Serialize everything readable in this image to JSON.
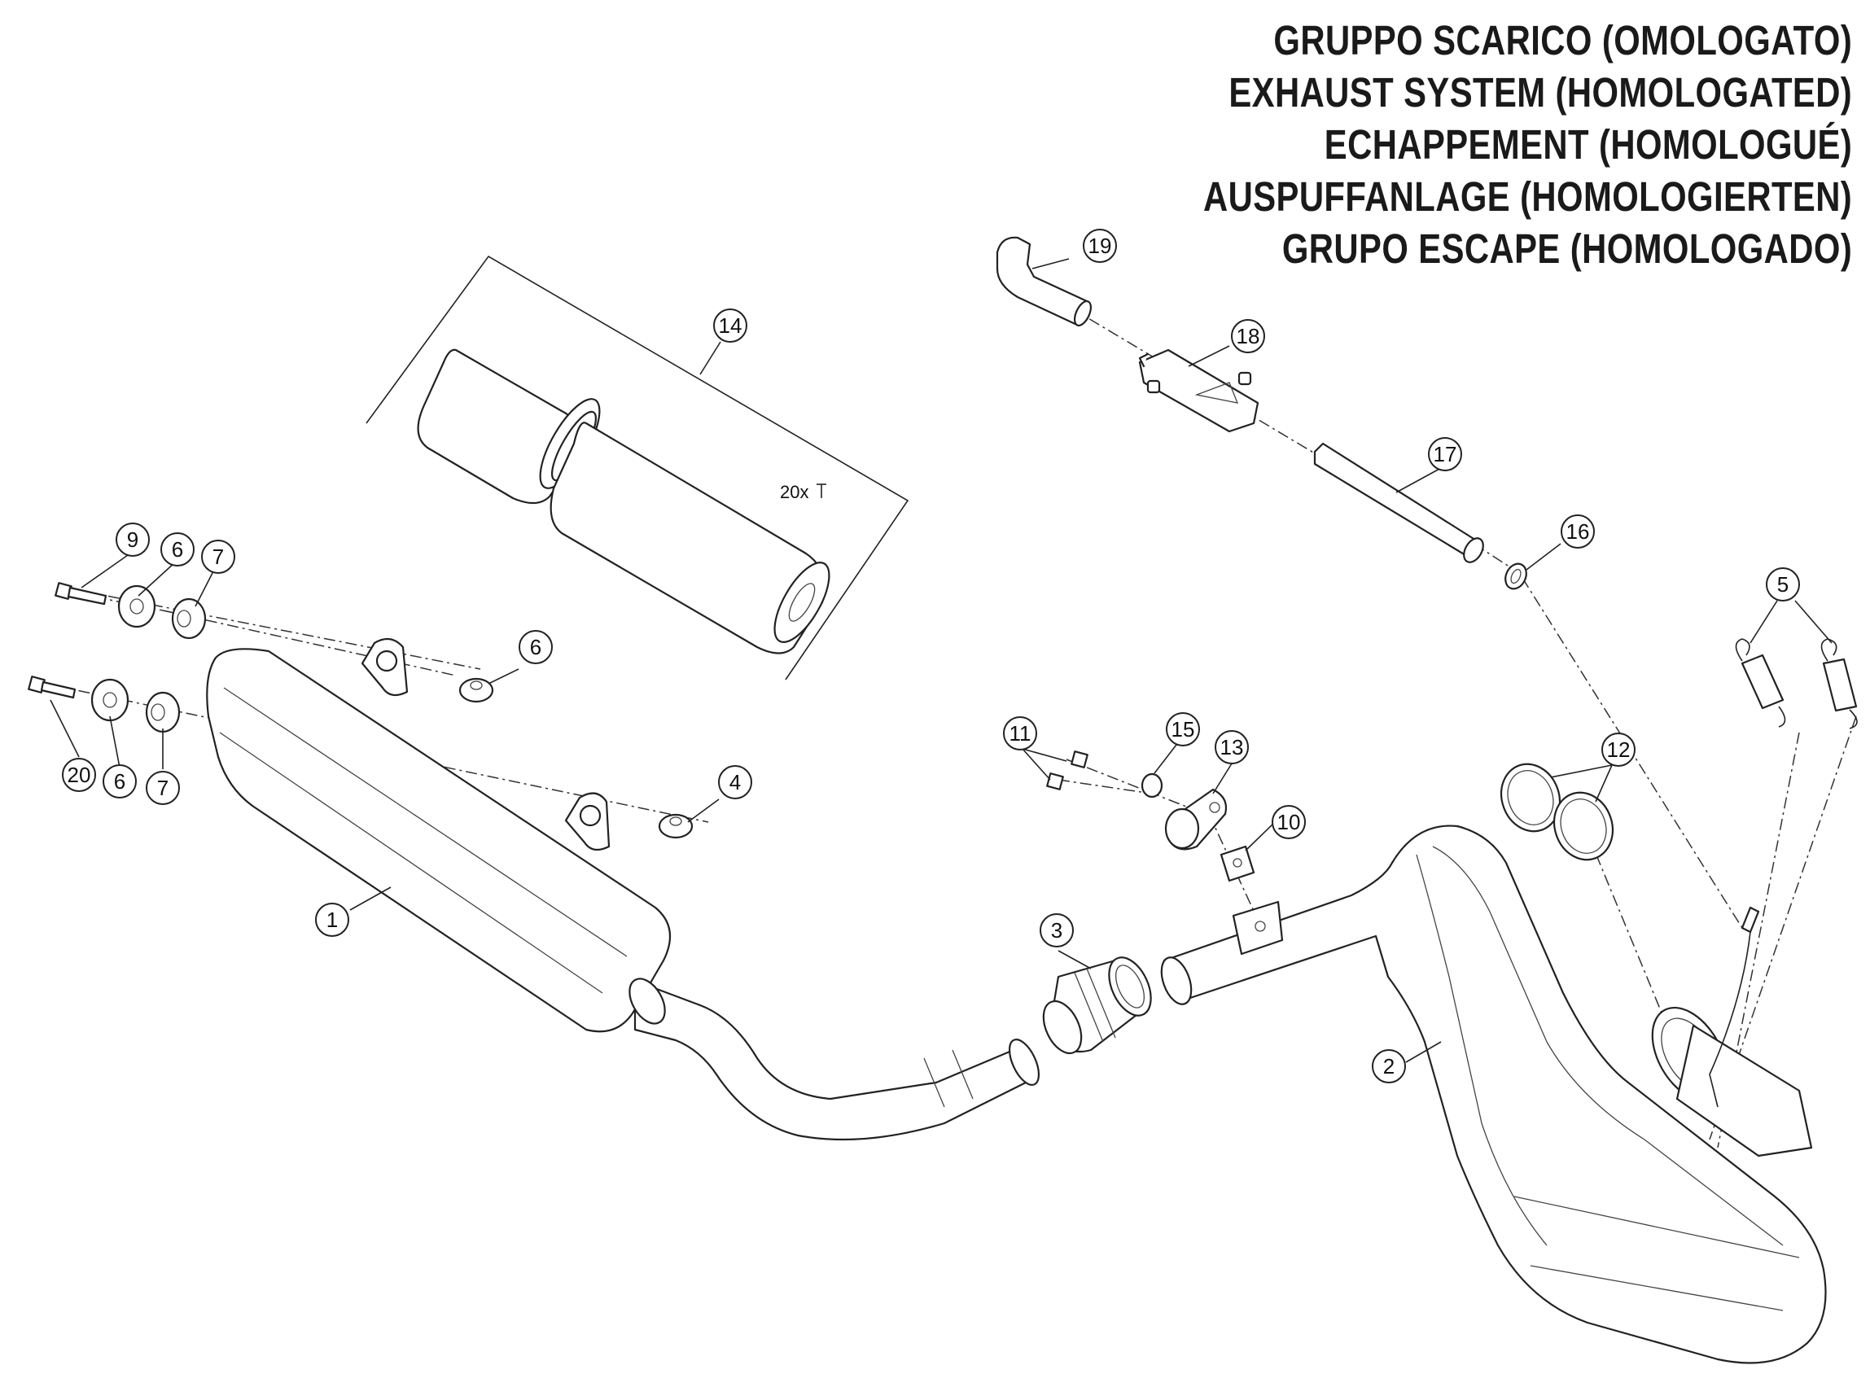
{
  "title": {
    "lines": [
      "GRUPPO SCARICO (OMOLOGATO)",
      "EXHAUST SYSTEM (HOMOLOGATED)",
      "ECHAPPEMENT (HOMOLOGUÉ)",
      "AUSPUFFANLAGE (HOMOLOGIERTEN)",
      "GRUPO ESCAPE (HOMOLOGADO)"
    ]
  },
  "diagram": {
    "quantity_note": "20x",
    "callouts": [
      "1",
      "2",
      "3",
      "4",
      "5",
      "6",
      "6",
      "6",
      "7",
      "7",
      "9",
      "10",
      "11",
      "12",
      "13",
      "14",
      "15",
      "16",
      "17",
      "18",
      "19",
      "20"
    ],
    "parts": [
      {
        "number": "1",
        "name": "silencer"
      },
      {
        "number": "2",
        "name": "exhaust-pipe"
      },
      {
        "number": "3",
        "name": "coupling-sleeve"
      },
      {
        "number": "4",
        "name": "washer"
      },
      {
        "number": "5",
        "name": "spring"
      },
      {
        "number": "6",
        "name": "washer"
      },
      {
        "number": "7",
        "name": "rubber-bushing"
      },
      {
        "number": "9",
        "name": "screw"
      },
      {
        "number": "10",
        "name": "clip-nut"
      },
      {
        "number": "11",
        "name": "screw"
      },
      {
        "number": "12",
        "name": "gasket-ring"
      },
      {
        "number": "13",
        "name": "bracket"
      },
      {
        "number": "14",
        "name": "silencer-packing-kit"
      },
      {
        "number": "15",
        "name": "washer"
      },
      {
        "number": "16",
        "name": "hose-clamp"
      },
      {
        "number": "17",
        "name": "hose"
      },
      {
        "number": "18",
        "name": "valve"
      },
      {
        "number": "19",
        "name": "hose-elbow"
      },
      {
        "number": "20",
        "name": "screw"
      }
    ]
  }
}
